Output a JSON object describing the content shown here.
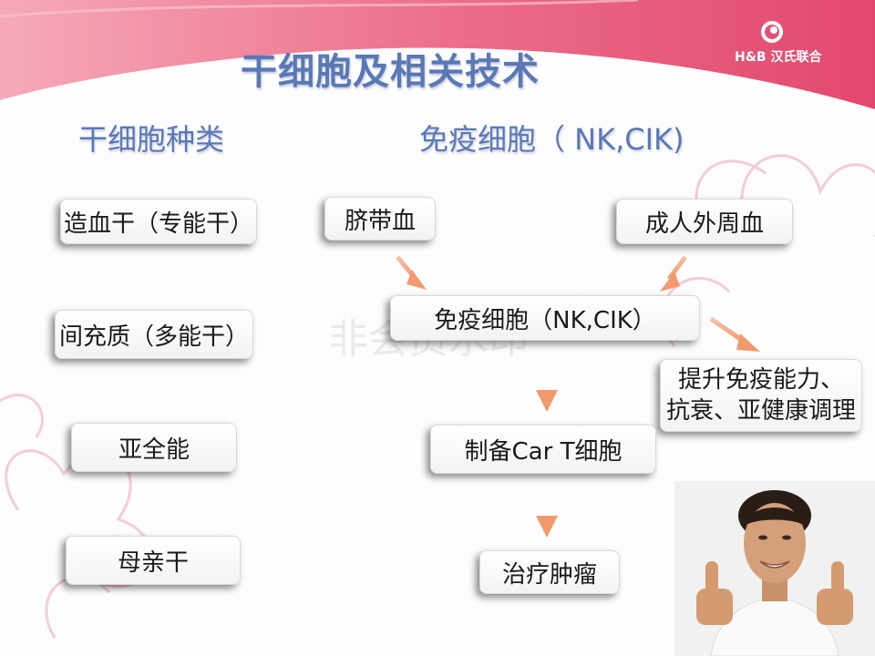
{
  "slide": {
    "title": "干细胞及相关技术",
    "logo": {
      "text": "H&B 汉氏联合",
      "mark_icon": "hb-ring-logo-icon"
    },
    "left_section": {
      "heading": "干细胞种类",
      "items": [
        "造血干（专能干）",
        "间充质（多能干）",
        "亚全能",
        "母亲干"
      ]
    },
    "right_section": {
      "heading": "免疫细胞（ NK,CIK)",
      "source_left": "脐带血",
      "source_right": "成人外周血",
      "center": "免疫细胞（NK,CIK）",
      "benefit_line1": "提升免疫能力、",
      "benefit_line2": "抗衰、亚健康调理",
      "car_t": "制备Car T细胞",
      "treatment": "治疗肿瘤"
    },
    "watermark": "非会员水印",
    "colors": {
      "title": "#5b78b6",
      "accent_pink": "#e65a78",
      "arrow": "#f4a57c"
    }
  }
}
